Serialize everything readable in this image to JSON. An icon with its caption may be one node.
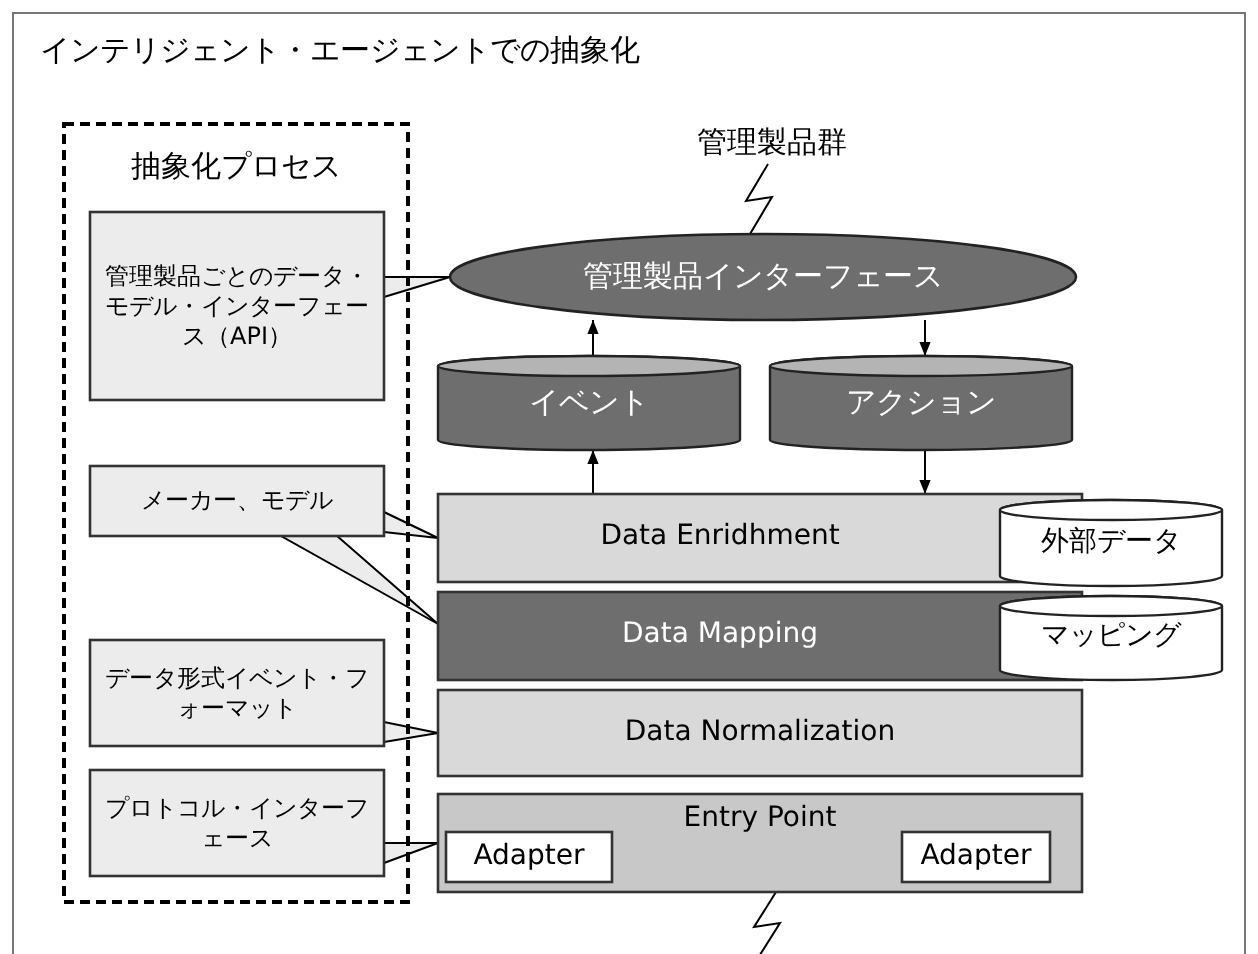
{
  "diagram": {
    "title": "インテリジェント・エージェントでの抽象化",
    "nodes": [
      {
        "text": [
          "抽象化プロセス"
        ]
      },
      {
        "text": [
          "管理製品ごとのデータ・モデル・インターフェース（API）"
        ],
        "in": 0
      },
      {
        "text": [
          "メーカー、モデル"
        ],
        "in": 0
      },
      {
        "text": [
          "データ形式イベント・フォーマット"
        ],
        "in": 0
      },
      {
        "text": [
          "プロトコル・インターフェース"
        ],
        "in": 0
      },
      {
        "text": [
          "管理製品群"
        ]
      },
      {
        "text": [
          "管理製品インターフェース"
        ]
      },
      {
        "text": [
          "イベント"
        ]
      },
      {
        "text": [
          "アクション"
        ]
      },
      {
        "text": [
          "Data Enridhment"
        ]
      },
      {
        "text": [
          "外部データ"
        ]
      },
      {
        "text": [
          "Data Mapping"
        ]
      },
      {
        "text": [
          "マッピング"
        ]
      },
      {
        "text": [
          "Data Normalization"
        ]
      },
      {
        "text": [
          "Entry Point"
        ]
      },
      {
        "text": [
          "Adapter"
        ],
        "in": 14
      },
      {
        "text": [
          "Adapter"
        ],
        "in": 14
      }
    ],
    "edges": [
      {
        "from": 5,
        "to": 6,
        "arrow": "none"
      },
      {
        "from": 7,
        "to": 6,
        "arrow": "to"
      },
      {
        "from": 6,
        "to": 8,
        "arrow": "to"
      },
      {
        "from": 9,
        "to": 7,
        "arrow": "to"
      },
      {
        "from": 8,
        "to": 9,
        "arrow": "to"
      },
      {
        "from": 1,
        "to": 6,
        "arrow": "none"
      },
      {
        "from": 2,
        "to": 9,
        "arrow": "none"
      },
      {
        "from": 2,
        "to": 11,
        "arrow": "none"
      },
      {
        "from": 3,
        "to": 13,
        "arrow": "none"
      },
      {
        "from": 4,
        "to": 14,
        "arrow": "none"
      },
      {
        "from": 14,
        "to": null,
        "arrow": "none"
      }
    ]
  }
}
